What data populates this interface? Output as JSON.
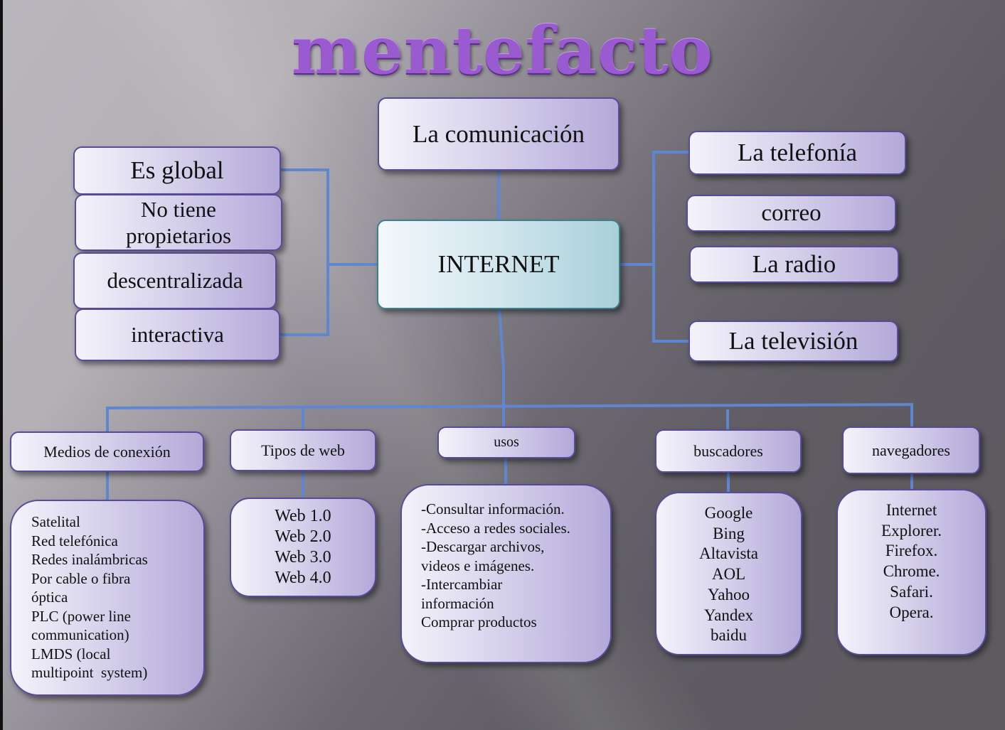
{
  "title": "mentefacto",
  "center": {
    "label": "INTERNET"
  },
  "top": {
    "label": "La comunicación"
  },
  "left_items": [
    {
      "label": "Es global"
    },
    {
      "label": "No tiene propietarios"
    },
    {
      "label": "descentralizada"
    },
    {
      "label": "interactiva"
    }
  ],
  "right_items": [
    {
      "label": "La telefonía"
    },
    {
      "label": "correo"
    },
    {
      "label": "La radio"
    },
    {
      "label": "La televisión"
    }
  ],
  "categories": [
    {
      "label": "Medios de conexión",
      "items": [
        "Satelital",
        "Red telefónica",
        "Redes inalámbricas",
        "Por cable o fibra",
        "óptica",
        "PLC (power line",
        "communication)",
        "LMDS (local",
        "multipoint  system)"
      ]
    },
    {
      "label": "Tipos de web",
      "items": [
        "Web 1.0",
        "Web 2.0",
        "Web 3.0",
        "Web 4.0"
      ]
    },
    {
      "label": "usos",
      "items": [
        "-Consultar información.",
        "-Acceso a redes sociales.",
        "-Descargar archivos,",
        "videos e imágenes.",
        "-Intercambiar",
        "información",
        "Comprar productos"
      ]
    },
    {
      "label": "buscadores",
      "items": [
        "Google",
        "Bing",
        "Altavista",
        "AOL",
        "Yahoo",
        "Yandex",
        "baidu"
      ]
    },
    {
      "label": "navegadores",
      "items": [
        "Internet",
        "Explorer.",
        "Firefox.",
        "Chrome.",
        "Safari.",
        "Opera."
      ]
    }
  ],
  "colors": {
    "title": "#9b5bd0",
    "connector": "#5f86d1",
    "node_border": "#5a4a9a",
    "center_border": "#3e7f8e"
  }
}
